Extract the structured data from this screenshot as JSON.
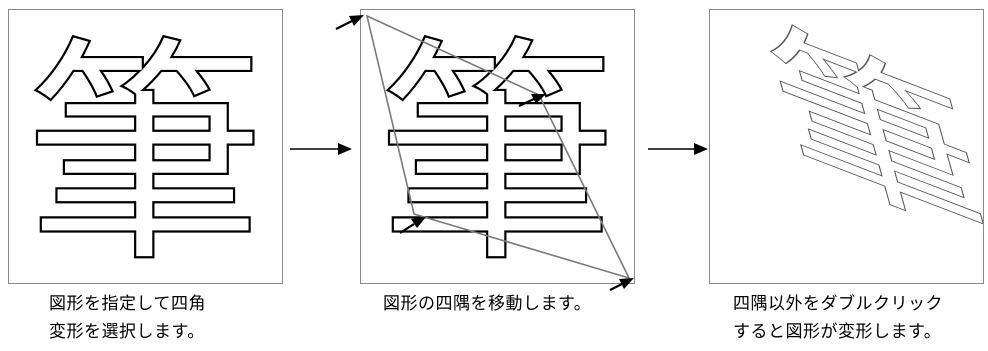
{
  "steps": [
    {
      "caption_line1": "図形を指定して四角",
      "caption_line2": "変形を選択します。"
    },
    {
      "caption_line1": "図形の四隅を移動します。",
      "caption_line2": ""
    },
    {
      "caption_line1": "四隅以外をダブルクリック",
      "caption_line2": "すると図形が変形します。"
    }
  ],
  "glyph": "筆"
}
